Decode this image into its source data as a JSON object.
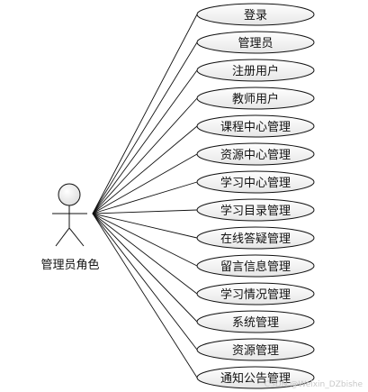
{
  "actor": {
    "label": "管理员角色"
  },
  "use_cases": [
    {
      "label": "登录"
    },
    {
      "label": "管理员"
    },
    {
      "label": "注册用户"
    },
    {
      "label": "教师用户"
    },
    {
      "label": "课程中心管理"
    },
    {
      "label": "资源中心管理"
    },
    {
      "label": "学习中心管理"
    },
    {
      "label": "学习目录管理"
    },
    {
      "label": "在线答疑管理"
    },
    {
      "label": "留言信息管理"
    },
    {
      "label": "学习情况管理"
    },
    {
      "label": "系统管理"
    },
    {
      "label": "资源管理"
    },
    {
      "label": "通知公告管理"
    }
  ],
  "watermark": {
    "text": "CSDN @Weixin_DZbishe"
  }
}
